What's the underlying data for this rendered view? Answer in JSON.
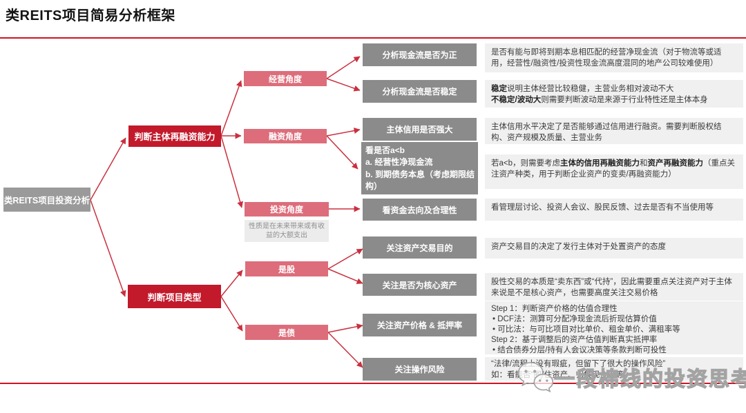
{
  "title": "类REITS项目简易分析框架",
  "colors": {
    "accent_red": "#c2192b",
    "pink": "#dd6d7b",
    "dark_gray": "#8b8b8b",
    "root_gray": "#9a9a9a",
    "panel_gray": "#f0f0f0",
    "rule_red": "#cf1322",
    "arrow_red": "#c9303e"
  },
  "root": {
    "label": "类REITS项目投资分析"
  },
  "branches": [
    {
      "label": "判断主体再融资能力"
    },
    {
      "label": "判断项目类型"
    }
  ],
  "angles": [
    {
      "label": "经营角度"
    },
    {
      "label": "融资角度"
    },
    {
      "label": "投资角度"
    },
    {
      "label": "是股"
    },
    {
      "label": "是债"
    }
  ],
  "note": "性质是在未来带来或有收益的大额支出",
  "checks": [
    {
      "label": "分析现金流是否为正"
    },
    {
      "label": "分析现金流是否稳定"
    },
    {
      "label": "主体信用是否强大"
    },
    {
      "lines": [
        "看是否a<b",
        "a. 经营性净现金流",
        "b. 到期债务本息（考虑期限结构）"
      ]
    },
    {
      "label": "看资金去向及合理性"
    },
    {
      "label": "关注资产交易目的"
    },
    {
      "label": "关注是否为核心资产"
    },
    {
      "label": "关注资产价格 & 抵押率"
    },
    {
      "label": "关注操作风险"
    }
  ],
  "explanations": {
    "e1": "是否有能与即将到期本息相匹配的经营净现金流（对于物流等或适用，经营性/融资性/投资性现金流高度混同的地产公司较难使用）",
    "e2": {
      "b1": "稳定",
      "t1": "说明主体经营比较稳健，主营业务相对波动不大",
      "b2": "不稳定/波动大",
      "t2": "则需要判断波动是来源于行业特性还是主体本身"
    },
    "e3": "主体信用水平决定了是否能够通过信用进行融资。需要判断股权结构、资产规模及质量、主营业务",
    "e4": {
      "t1": "若a<b，则需要考虑",
      "b1": "主体的信用再融资能力",
      "t2": "和",
      "b2": "资产再融资能力",
      "t3": "（重点关注资产种类，用于判断企业资产的变卖/再融资能力）"
    },
    "e5": "看管理层讨论、投资人会议、股民反馈、过去是否有不当使用等",
    "e6": "资产交易目的决定了发行主体对于处置资产的态度",
    "e7": "股性交易的本质是“卖东西”或“代持”，因此需要重点关注资产对于主体来说是不是核心资产，也需要高度关注交易价格",
    "e8": {
      "step1": "Step 1：判断资产价格的估值合理性",
      "b1": "•   DCF法：测算可分配净现金流后折现估算价值",
      "b2": "•   可比法：与可比项目对比单价、租金单价、满租率等",
      "step2": "Step 2：基于调整后的资产估值判断真实抵押率",
      "b3": "•   结合债券分层/持有人会议决策等条款判断可投性"
    },
    "e9": {
      "l1": "“法律/流程上没有瑕疵，但留下了很大的操作风险”",
      "l2": "如：看能否“圈”住资产、归集现金流等"
    }
  },
  "watermark": {
    "name": "一段棉线的投资思考",
    "icon": "wechat-logo"
  }
}
